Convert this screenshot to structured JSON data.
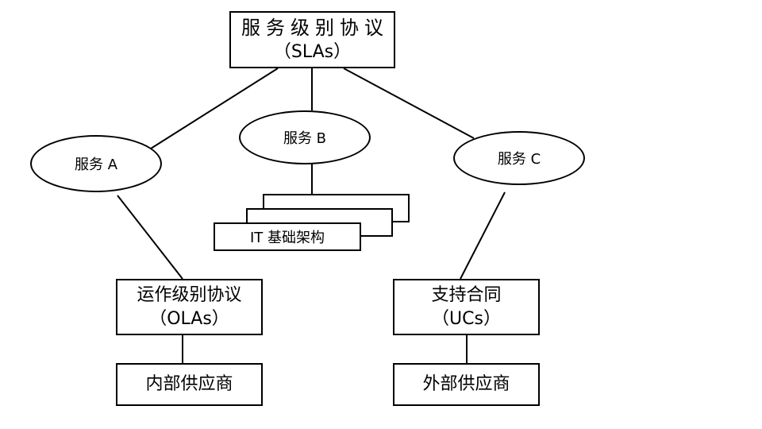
{
  "sla": {
    "line1": "服务级别协议",
    "line2": "（SLAs）"
  },
  "services": {
    "a": "服务 A",
    "b": "服务 B",
    "c": "服务 C"
  },
  "infra": {
    "label": "IT 基础架构"
  },
  "ola": {
    "line1": "运作级别协议",
    "line2": "（OLAs）"
  },
  "internal": {
    "label": "内部供应商"
  },
  "uc": {
    "line1": "支持合同",
    "line2": "（UCs）"
  },
  "external": {
    "label": "外部供应商"
  }
}
